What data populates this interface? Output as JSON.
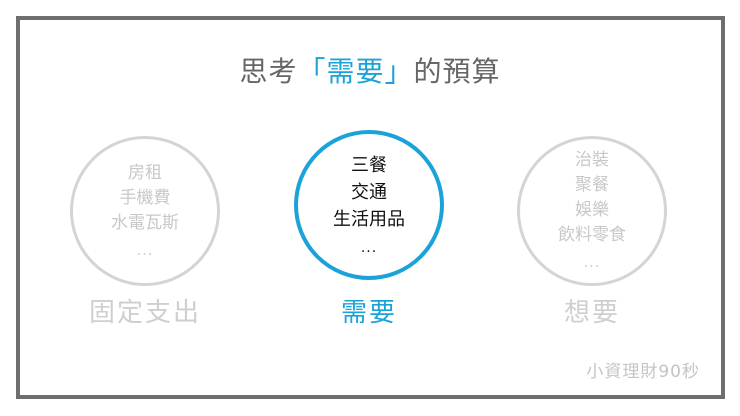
{
  "title": {
    "prefix": "思考",
    "open_bracket": "「",
    "highlight": "需要",
    "close_bracket": "」",
    "suffix": "的預算"
  },
  "categories": [
    {
      "label": "固定支出",
      "items": [
        "房租",
        "手機費",
        "水電瓦斯"
      ],
      "more": "...",
      "active": false
    },
    {
      "label": "需要",
      "items": [
        "三餐",
        "交通",
        "生活用品"
      ],
      "more": "...",
      "active": true
    },
    {
      "label": "想要",
      "items": [
        "治裝",
        "聚餐",
        "娛樂",
        "飲料零食"
      ],
      "more": "...",
      "active": false
    }
  ],
  "brand": "小資理財90秒",
  "colors": {
    "accent": "#1ba3d9",
    "title_text": "#666666",
    "muted": "#cfcfcf",
    "frame": "#6e6e6e"
  }
}
